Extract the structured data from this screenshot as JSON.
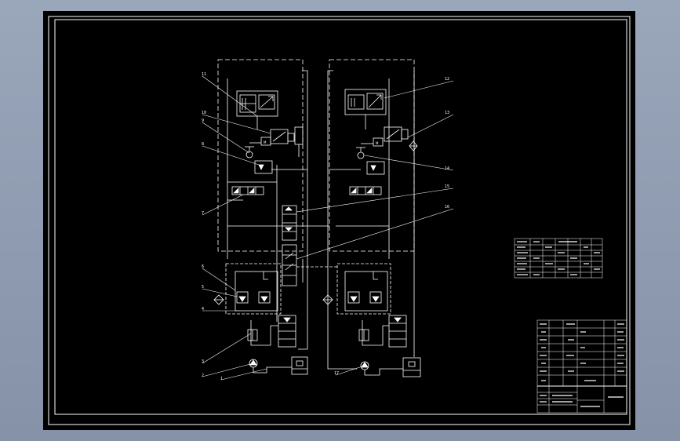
{
  "viewer": {
    "background_color": "#8e9aaf",
    "sheet_color": "#000000",
    "line_color": "#ffffff"
  },
  "callouts": {
    "left": [
      {
        "id": "c11",
        "text": "11"
      },
      {
        "id": "c10",
        "text": "10"
      },
      {
        "id": "c9",
        "text": "9"
      },
      {
        "id": "c8",
        "text": "8"
      },
      {
        "id": "c7",
        "text": "7"
      },
      {
        "id": "c6",
        "text": "6"
      },
      {
        "id": "c5",
        "text": "5"
      },
      {
        "id": "c4",
        "text": "4"
      },
      {
        "id": "c3",
        "text": "3"
      },
      {
        "id": "c2",
        "text": "2"
      },
      {
        "id": "c1",
        "text": "1"
      }
    ],
    "right": [
      {
        "id": "c12",
        "text": "12"
      },
      {
        "id": "c13",
        "text": "13"
      },
      {
        "id": "c14",
        "text": "14"
      },
      {
        "id": "c15",
        "text": "15"
      },
      {
        "id": "c16",
        "text": "16"
      },
      {
        "id": "c17",
        "text": "17"
      }
    ]
  },
  "symbols": {
    "motor_label": "M"
  },
  "legend_table": {
    "rows": 6,
    "cols": 7
  },
  "title_block": {
    "rows": 14,
    "cols": 6
  }
}
